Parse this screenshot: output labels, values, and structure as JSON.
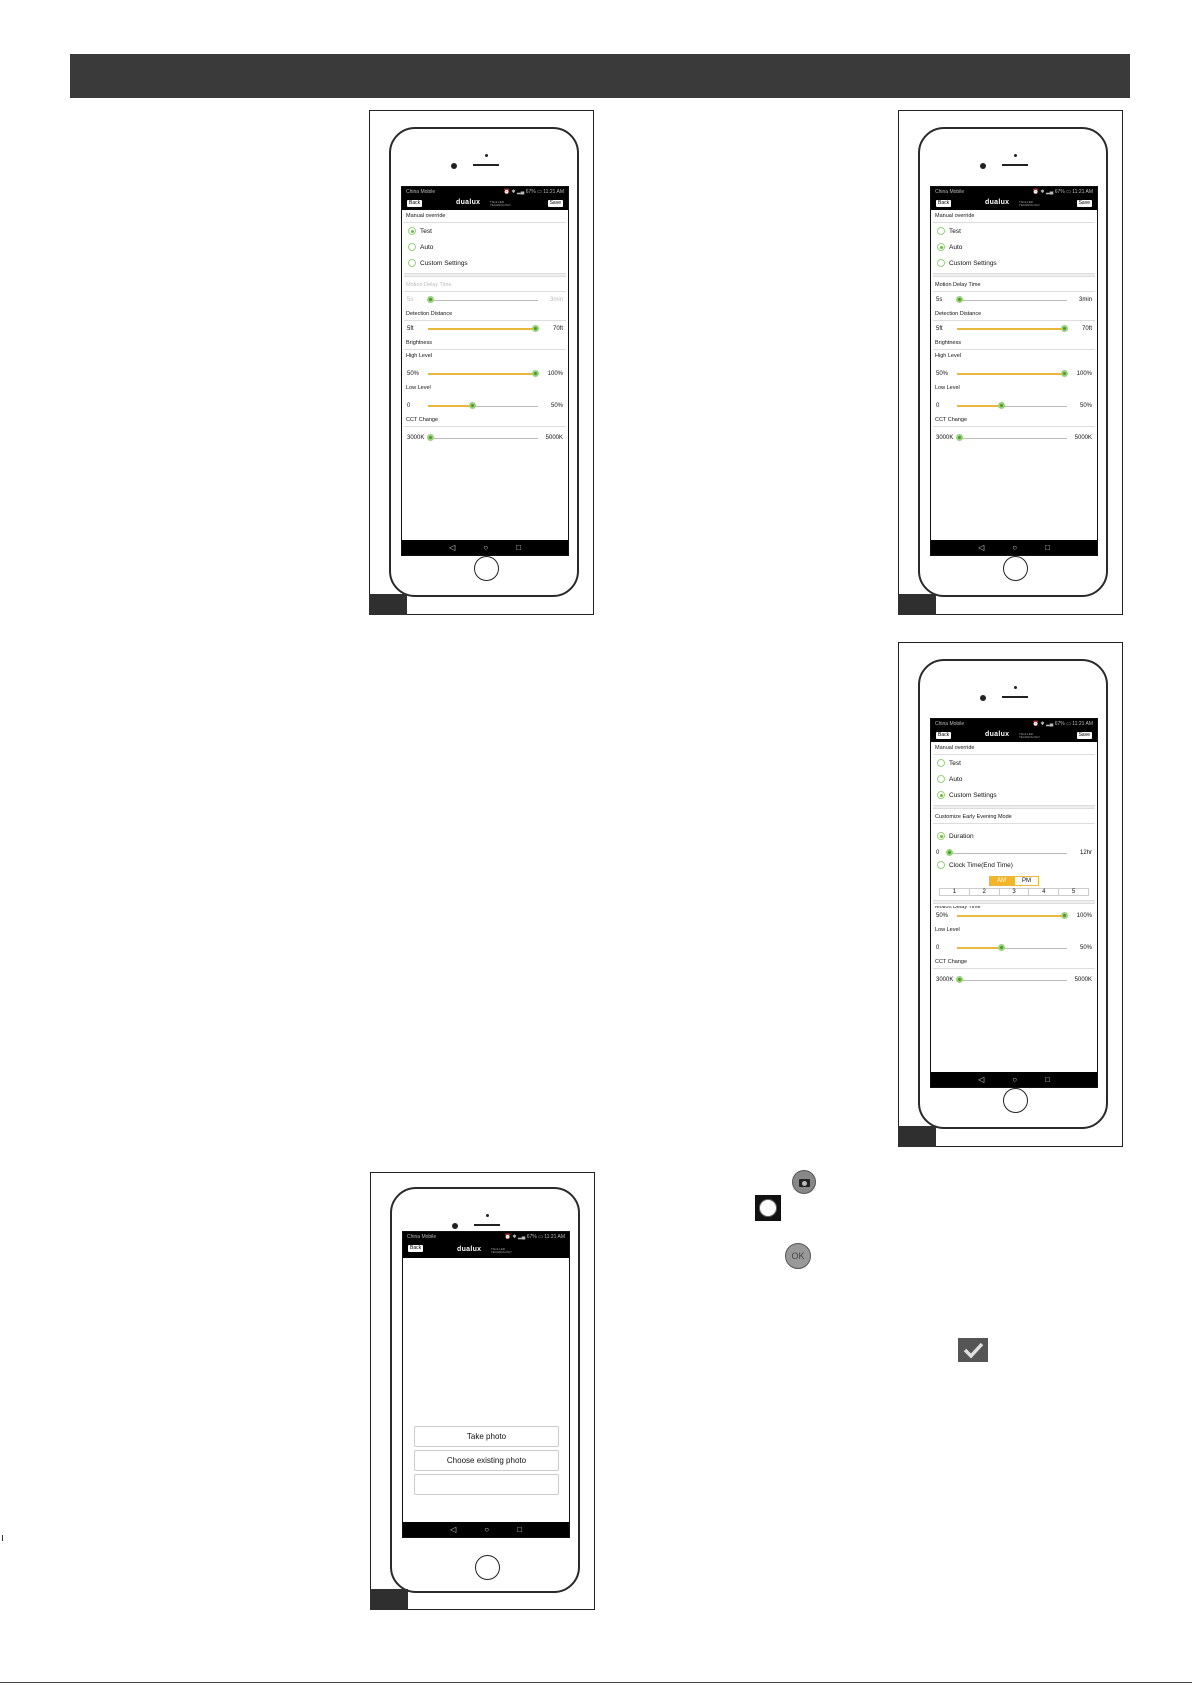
{
  "app": {
    "status_carrier": "China Mobile",
    "status_right": "⏰ ✱ ▂▄ 67% ▭ 11:21 AM",
    "back_label": "Back",
    "save_label": "Save",
    "brand": "dualux",
    "brand_sub": "Think LED TECHNOLOGY",
    "nav_back": "◁",
    "nav_home": "○",
    "nav_recent": "□"
  },
  "screen1": {
    "manual_override": "Manual override",
    "opt_test": "Test",
    "opt_auto": "Auto",
    "opt_custom": "Custom Settings",
    "selected": "Test",
    "motion_delay_title": "Motion Delay Time",
    "motion_min": "5s",
    "motion_max": "3min",
    "motion_value": 0.02,
    "detection_title": "Detection Distance",
    "detection_min": "5ft",
    "detection_max": "70ft",
    "detection_value": 0.98,
    "brightness_title": "Brightness",
    "high_level_title": "High Level",
    "high_min": "50%",
    "high_max": "100%",
    "high_value": 0.98,
    "low_level_title": "Low Level",
    "low_min": "0",
    "low_max": "50%",
    "low_value": 0.4,
    "cct_title": "CCT Change",
    "cct_min": "3000K",
    "cct_max": "5000K",
    "cct_value": 0.02
  },
  "screen2": {
    "manual_override": "Manual override",
    "opt_test": "Test",
    "opt_auto": "Auto",
    "opt_custom": "Custom Settings",
    "selected": "Auto",
    "motion_delay_title": "Motion Delay Time",
    "motion_min": "5s",
    "motion_max": "3min",
    "motion_value": 0.02,
    "detection_title": "Detection Distance",
    "detection_min": "5ft",
    "detection_max": "70ft",
    "detection_value": 0.98,
    "brightness_title": "Brightness",
    "high_level_title": "High Level",
    "high_min": "50%",
    "high_max": "100%",
    "high_value": 0.98,
    "low_level_title": "Low Level",
    "low_min": "0",
    "low_max": "50%",
    "low_value": 0.4,
    "cct_title": "CCT Change",
    "cct_min": "3000K",
    "cct_max": "5000K",
    "cct_value": 0.02
  },
  "screen3": {
    "manual_override": "Manual override",
    "opt_test": "Test",
    "opt_auto": "Auto",
    "opt_custom": "Custom Settings",
    "selected": "Custom Settings",
    "early_evening_title": "Customize Early Evening Mode",
    "opt_duration": "Duration",
    "duration_min": "0",
    "duration_max": "12hr",
    "duration_value": 0.02,
    "opt_clock_time": "Clock Time(End Time)",
    "am_label": "AM",
    "pm_label": "PM",
    "hours": [
      "1",
      "2",
      "3",
      "4",
      "5"
    ],
    "motion_delay_title": "Motion Delay Time",
    "high_min": "50%",
    "high_max": "100%",
    "high_value": 0.98,
    "low_level_title": "Low Level",
    "low_min": "0",
    "low_max": "50%",
    "low_value": 0.4,
    "cct_title": "CCT Change",
    "cct_min": "3000K",
    "cct_max": "5000K",
    "cct_value": 0.02
  },
  "screen4": {
    "take_photo": "Take photo",
    "choose_existing": "Choose existing photo"
  },
  "icons": {
    "ok_label": "OK"
  }
}
